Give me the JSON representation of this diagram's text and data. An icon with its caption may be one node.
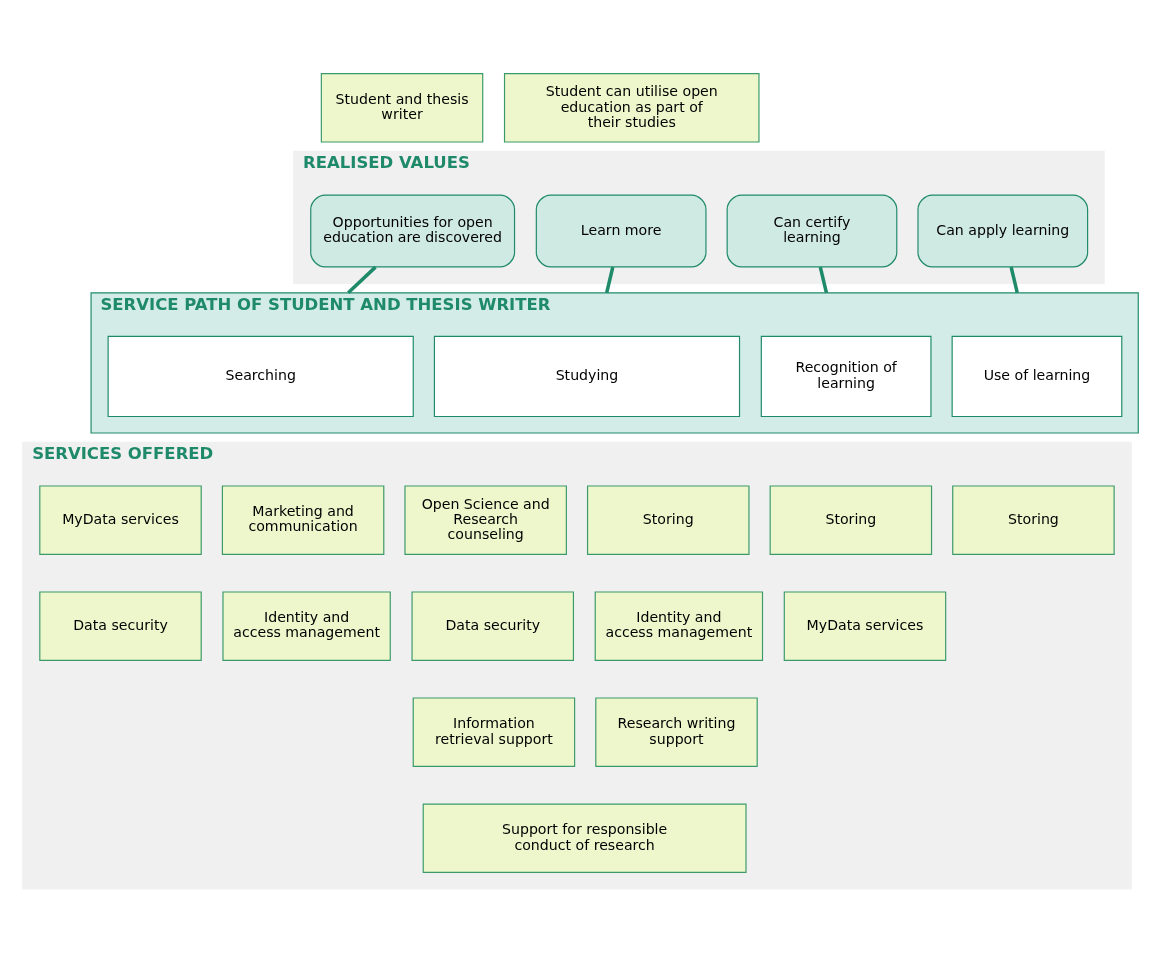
{
  "diagram": {
    "nodes": [
      {
        "text": [
          "Student and thesis writer"
        ]
      },
      {
        "text": [
          "Student can utilise open education as part of their studies"
        ]
      },
      {
        "text": [
          "REALISED VALUES"
        ]
      },
      {
        "text": [
          "Opportunities for open education are discovered"
        ],
        "in": 2
      },
      {
        "text": [
          "Learn more"
        ],
        "in": 2
      },
      {
        "text": [
          "Can certify learning"
        ],
        "in": 2
      },
      {
        "text": [
          "Can apply learning"
        ],
        "in": 2
      },
      {
        "text": [
          "SERVICE PATH OF STUDENT AND THESIS WRITER"
        ]
      },
      {
        "text": [
          "Searching"
        ],
        "in": 7
      },
      {
        "text": [
          "Studying"
        ],
        "in": 7
      },
      {
        "text": [
          "Recognition of learning"
        ],
        "in": 7
      },
      {
        "text": [
          "Use of learning"
        ],
        "in": 7
      },
      {
        "text": [
          "SERVICES OFFERED"
        ]
      },
      {
        "text": [
          "MyData services"
        ],
        "in": 12
      },
      {
        "text": [
          "Marketing and communication"
        ],
        "in": 12
      },
      {
        "text": [
          "Open Science and Research counseling"
        ],
        "in": 12
      },
      {
        "text": [
          "Storing"
        ],
        "in": 12
      },
      {
        "text": [
          "Storing"
        ],
        "in": 12
      },
      {
        "text": [
          "Storing"
        ],
        "in": 12
      },
      {
        "text": [
          "Data security"
        ],
        "in": 12
      },
      {
        "text": [
          "Identity and access management"
        ],
        "in": 12
      },
      {
        "text": [
          "Data security"
        ],
        "in": 12
      },
      {
        "text": [
          "Identity and access management"
        ],
        "in": 12
      },
      {
        "text": [
          "MyData services"
        ],
        "in": 12
      },
      {
        "text": [
          "Information retrieval support"
        ],
        "in": 12
      },
      {
        "text": [
          "Research writing support"
        ],
        "in": 12
      },
      {
        "text": [
          "Support for responsible conduct of research"
        ],
        "in": 12
      }
    ],
    "edges": [
      {
        "from": 3,
        "to": 7,
        "arrow": "none"
      },
      {
        "from": 4,
        "to": 7,
        "arrow": "none"
      },
      {
        "from": 5,
        "to": 7,
        "arrow": "none"
      },
      {
        "from": 6,
        "to": 7,
        "arrow": "none"
      }
    ]
  }
}
